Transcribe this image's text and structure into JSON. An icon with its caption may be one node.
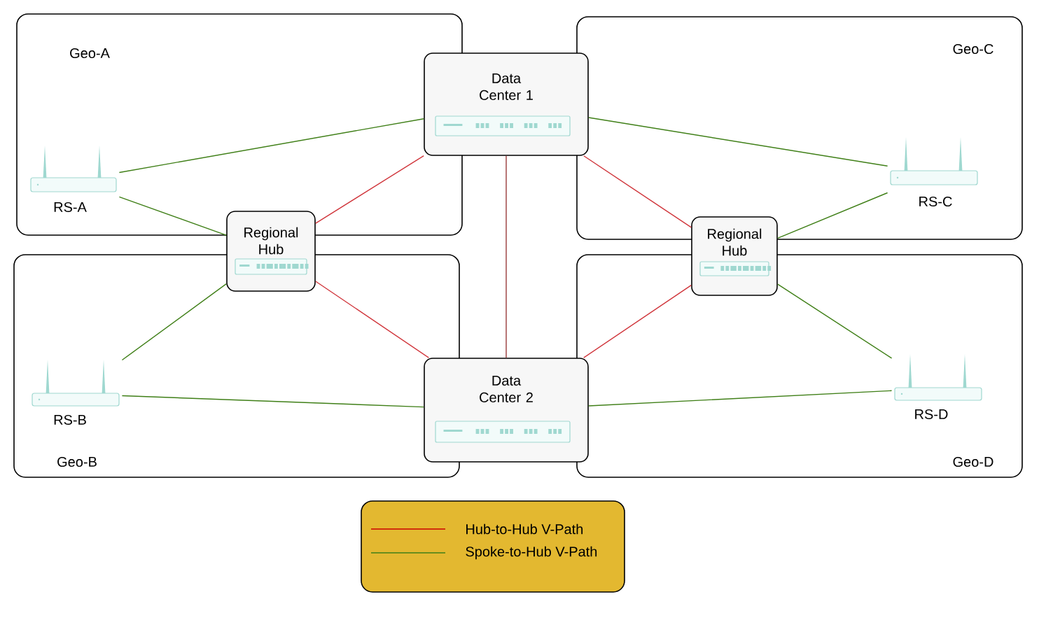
{
  "diagram": {
    "nodes": [
      {
        "text": [
          "Geo-A"
        ]
      },
      {
        "text": [
          "RS-A"
        ],
        "in": 0
      },
      {
        "text": [
          "Data Center 1"
        ]
      },
      {
        "text": [
          "Geo-C"
        ]
      },
      {
        "text": [
          "RS-C"
        ],
        "in": 3
      },
      {
        "text": [
          "Regional Hub"
        ]
      },
      {
        "text": [
          "Regional Hub"
        ]
      },
      {
        "text": [
          "Geo-B"
        ]
      },
      {
        "text": [
          "RS-B"
        ],
        "in": 7
      },
      {
        "text": [
          "Data Center 2"
        ]
      },
      {
        "text": [
          "Geo-D"
        ]
      },
      {
        "text": [
          "RS-D"
        ],
        "in": 10
      }
    ],
    "edges": [
      {
        "from": 1,
        "to": 2,
        "arrow": "none"
      },
      {
        "from": 1,
        "to": 5,
        "arrow": "none"
      },
      {
        "from": 2,
        "to": 4,
        "arrow": "none"
      },
      {
        "from": 4,
        "to": 6,
        "arrow": "none"
      },
      {
        "from": 5,
        "to": 2,
        "arrow": "none",
        "color": "#d0343a"
      },
      {
        "from": 2,
        "to": 6,
        "arrow": "none",
        "color": "#d0343a"
      },
      {
        "from": 2,
        "to": 9,
        "arrow": "none",
        "color": "#9a3b3b"
      },
      {
        "from": 5,
        "to": 8,
        "arrow": "none"
      },
      {
        "from": 5,
        "to": 9,
        "arrow": "none",
        "color": "#d0343a"
      },
      {
        "from": 6,
        "to": 9,
        "arrow": "none",
        "color": "#d0343a"
      },
      {
        "from": 6,
        "to": 11,
        "arrow": "none"
      },
      {
        "from": 8,
        "to": 9,
        "arrow": "none"
      },
      {
        "from": 9,
        "to": 11,
        "arrow": "none"
      }
    ],
    "legend": [
      {
        "text": "Hub-to-Hub V-Path"
      },
      {
        "text": "Spoke-to-Hub V-Path"
      }
    ]
  }
}
